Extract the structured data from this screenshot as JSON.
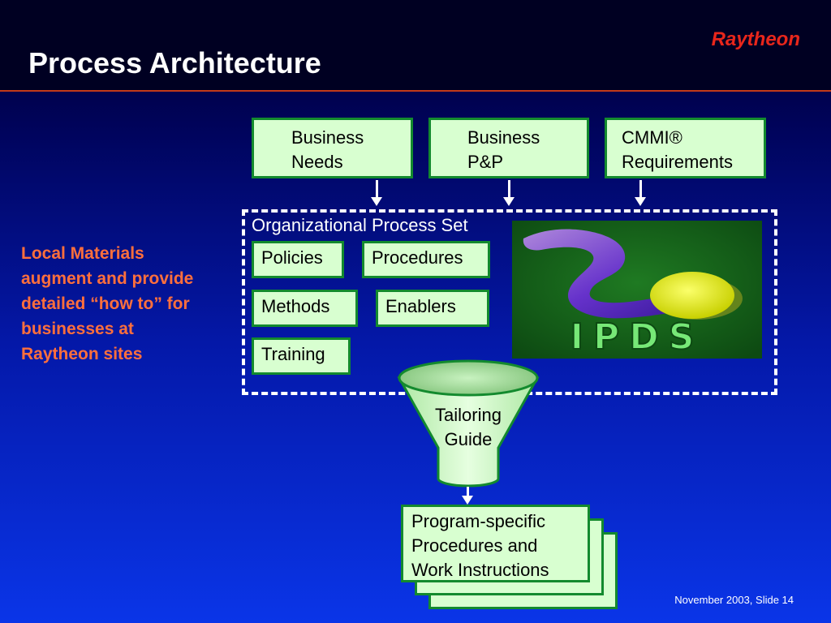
{
  "slide": {
    "title": "Process Architecture",
    "brand": "Raytheon",
    "footer": "November 2003, Slide 14"
  },
  "inputs": [
    {
      "line1": "Business",
      "line2": "Needs"
    },
    {
      "line1": "Business",
      "line2": "P&P"
    },
    {
      "line1": "CMMI®",
      "line2": "Requirements"
    }
  ],
  "process_set": {
    "label": "Organizational Process Set",
    "items": [
      "Policies",
      "Procedures",
      "Methods",
      "Enablers",
      "Training"
    ],
    "logo_text": "IPDS"
  },
  "side_note": {
    "lines": [
      "Local Materials",
      "augment and provide",
      "detailed “how to” for",
      "businesses at",
      "Raytheon sites"
    ]
  },
  "funnel": {
    "line1": "Tailoring",
    "line2": "Guide"
  },
  "output": {
    "lines": [
      "Program-specific",
      "Procedures and",
      "Work Instructions"
    ]
  },
  "colors": {
    "background_top": "#00002a",
    "background_bottom": "#0a35e8",
    "box_fill": "#d8ffd0",
    "box_border": "#138a2e",
    "brand": "#e8261b",
    "side_note": "#ff6f3c"
  }
}
